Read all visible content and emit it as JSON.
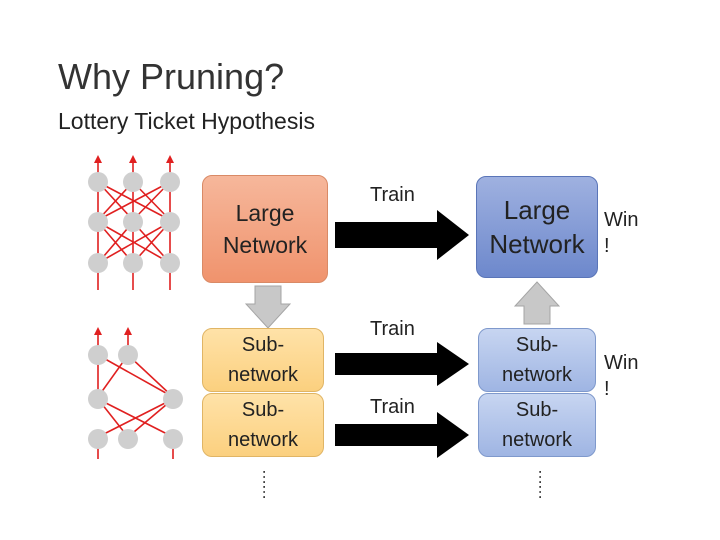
{
  "title": "Why Pruning?",
  "subtitle": "Lottery Ticket Hypothesis",
  "large_network_line1": "Large",
  "large_network_line2": "Network",
  "subnetwork_line1": "Sub-",
  "subnetwork_line2": "network",
  "train_label": "Train",
  "win_line1": "Win",
  "win_line2": "!",
  "ellipsis": "……",
  "colors": {
    "orange_box": "#f0936d",
    "blue_box": "#6d88cc",
    "yellow_box": "#fbd07f",
    "light_blue_box": "#9fb5e3",
    "network_edges": "#e02020",
    "nodes": "#cfcfcf"
  }
}
